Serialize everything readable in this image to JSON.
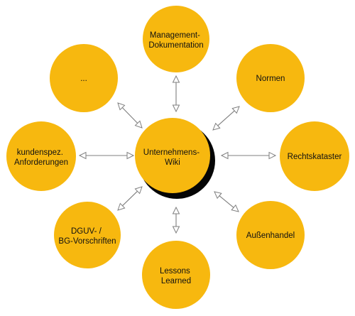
{
  "diagram": {
    "center": {
      "lines": [
        "Unternehmens-",
        "Wiki"
      ]
    },
    "nodes": [
      {
        "id": "management-dokumentation",
        "lines": [
          "Management-",
          "Dokumentation"
        ]
      },
      {
        "id": "normen",
        "lines": [
          "Normen"
        ]
      },
      {
        "id": "rechtskataster",
        "lines": [
          "Rechtskataster"
        ]
      },
      {
        "id": "aussenhandel",
        "lines": [
          "Außenhandel"
        ]
      },
      {
        "id": "lessons-learned",
        "lines": [
          "Lessons",
          "Learned"
        ]
      },
      {
        "id": "dguv-bg-vorschriften",
        "lines": [
          "DGUV- /",
          "BG-Vorschriften"
        ]
      },
      {
        "id": "kundenspez-anforderungen",
        "lines": [
          "kundenspez.",
          "Anforderungen"
        ]
      },
      {
        "id": "ellipsis",
        "lines": [
          "..."
        ]
      }
    ],
    "colors": {
      "node_fill": "#f7b80f",
      "center_shadow": "#050505",
      "arrow_stroke": "#7f7f7f",
      "text": "#111111"
    }
  }
}
